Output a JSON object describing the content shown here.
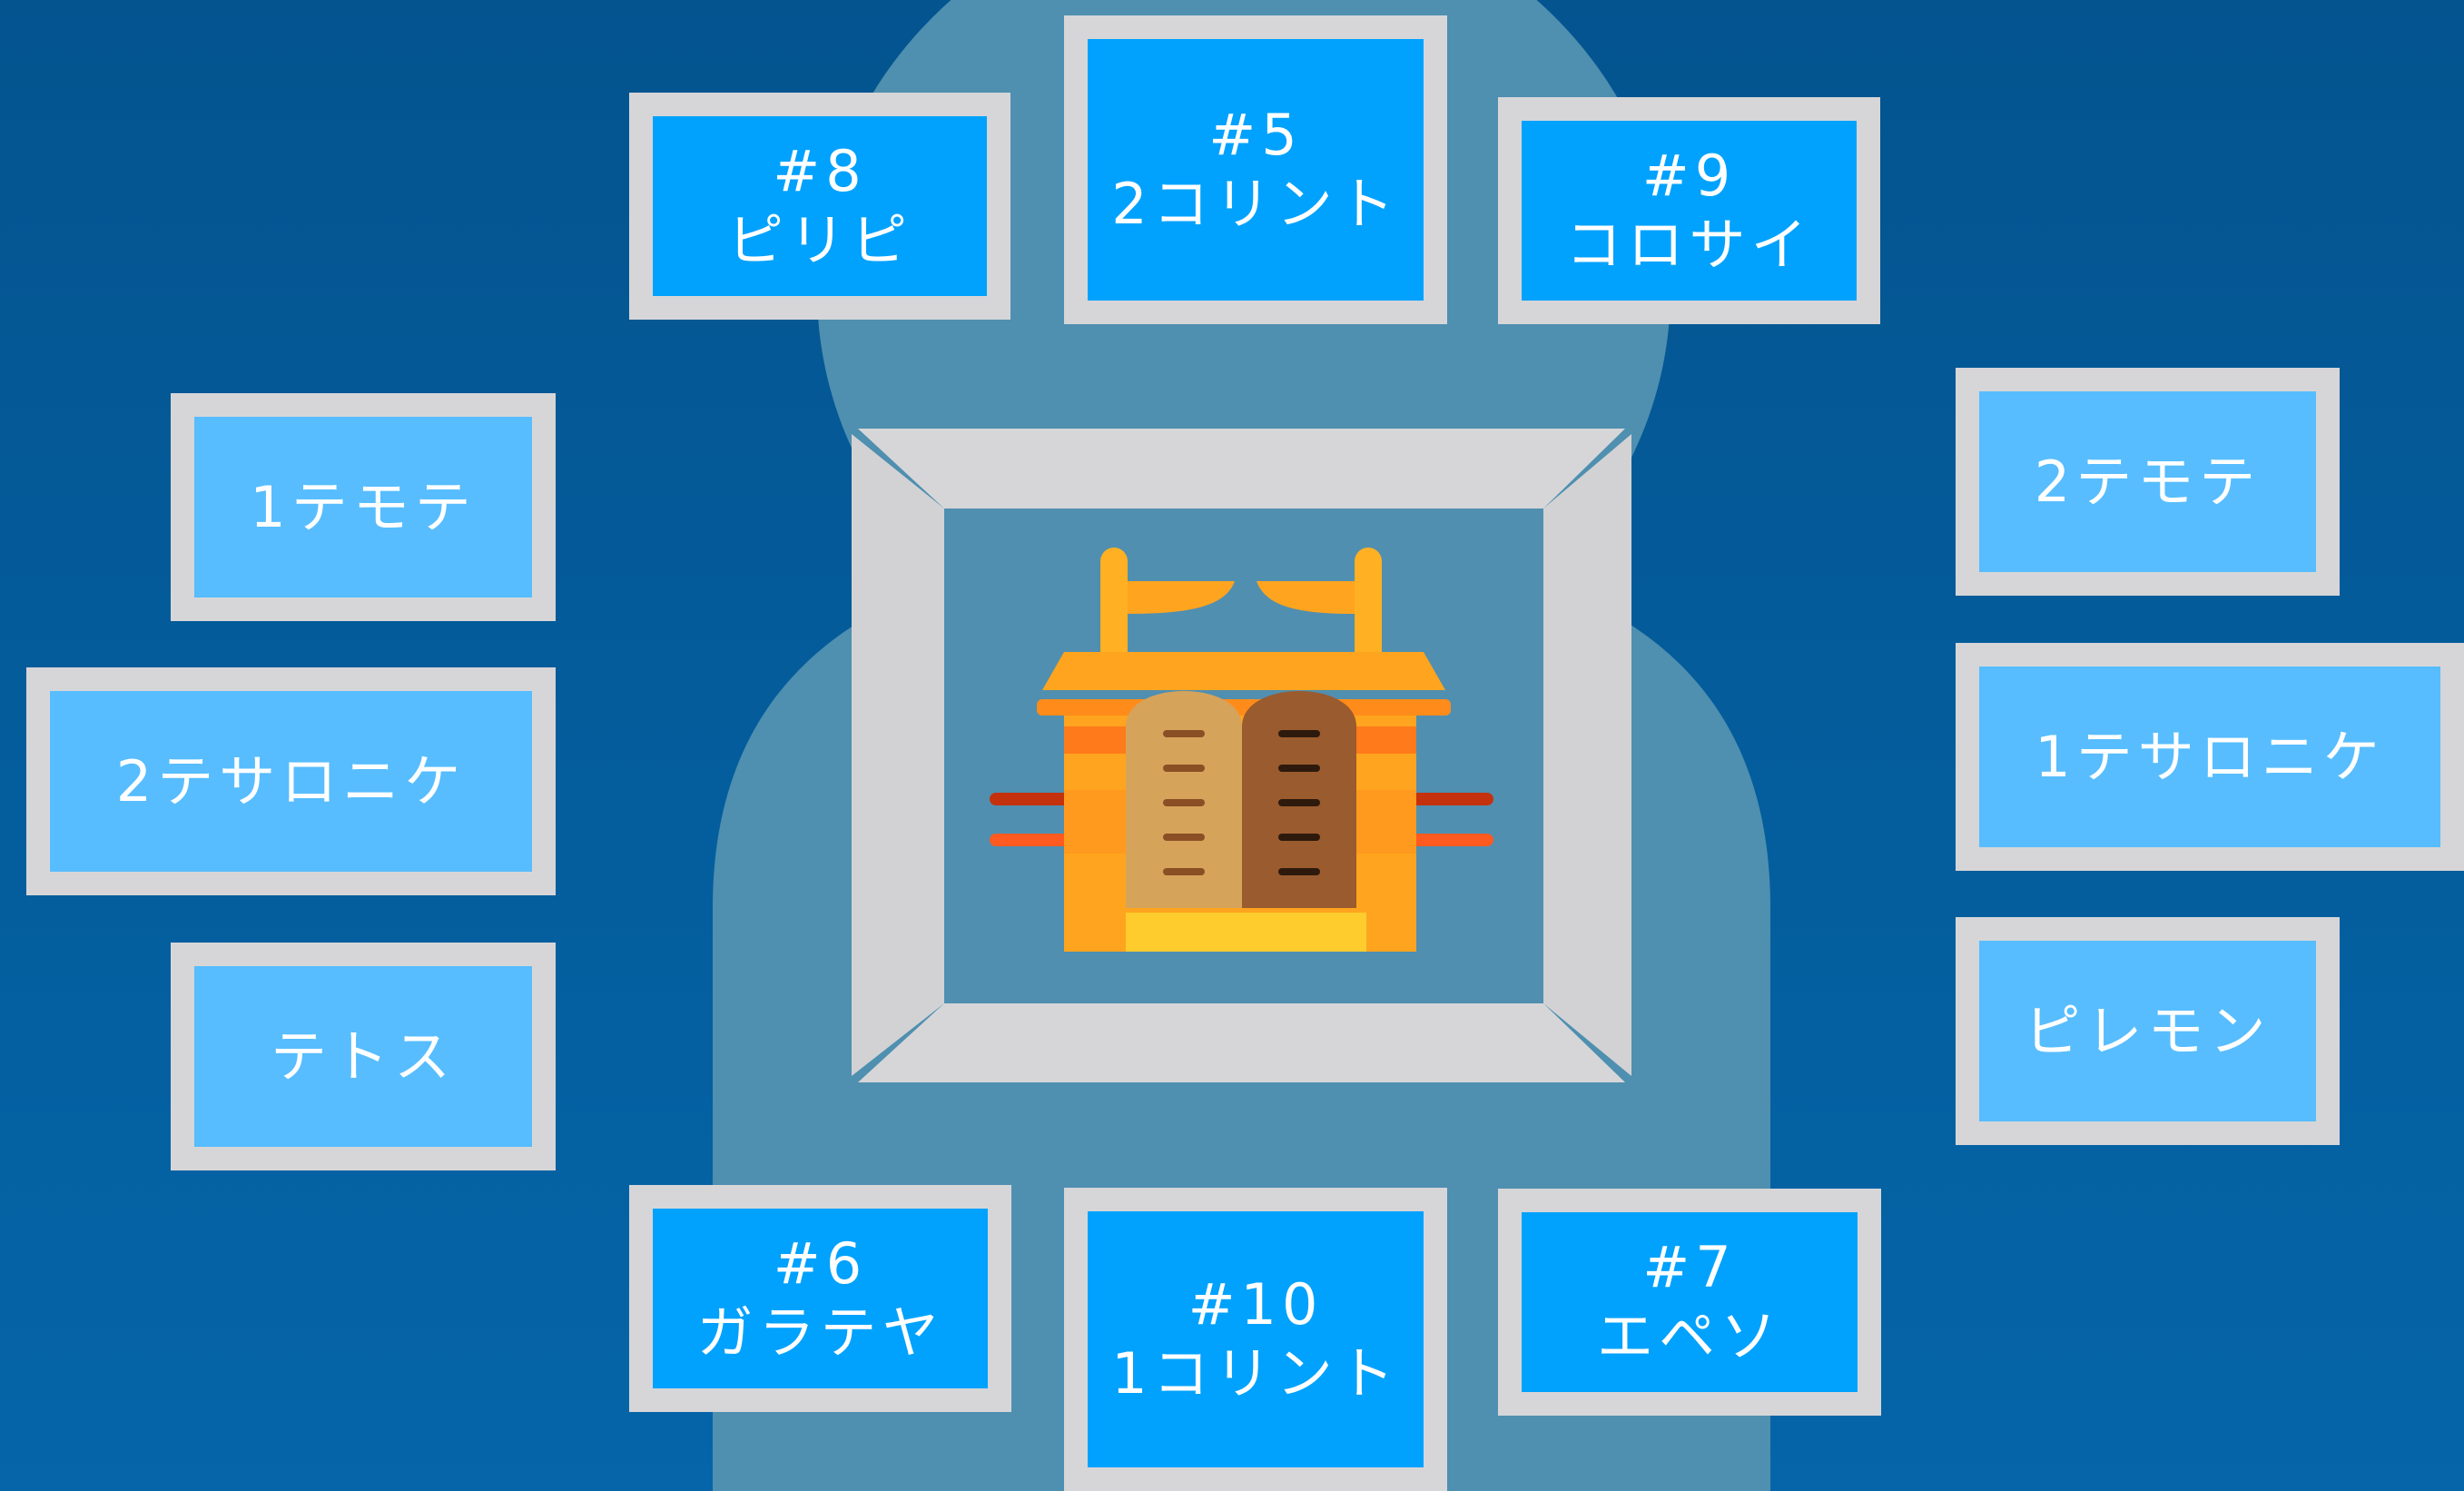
{
  "colors": {
    "background_top": "#03548f",
    "background_bottom": "#0565a8",
    "silhouette": "#4f8fb0",
    "frame": "#d6d6d8",
    "tile_border": "#d6d6d8",
    "tile_numbered": "#00a2fd",
    "tile_plain": "#57bdfe",
    "ark_gold": "#ffa41e",
    "ark_poles": "#ff5a1f",
    "tablet_light": "#d6a35b",
    "tablet_dark": "#9a5b2e"
  },
  "icons": {
    "center": "ark-of-the-covenant-icon"
  },
  "tiles": {
    "top_left": {
      "number": "#8",
      "name": "ピリピ"
    },
    "top_center": {
      "number": "#5",
      "name": "2コリント"
    },
    "top_right": {
      "number": "#9",
      "name": "コロサイ"
    },
    "bottom_left": {
      "number": "#6",
      "name": "ガラテヤ"
    },
    "bottom_center": {
      "number": "#10",
      "name": "1コリント"
    },
    "bottom_right": {
      "number": "#7",
      "name": "エペソ"
    },
    "left_1": {
      "name": "1テモテ"
    },
    "left_2": {
      "name": "2テサロニケ"
    },
    "left_3": {
      "name": "テトス"
    },
    "right_1": {
      "name": "2テモテ"
    },
    "right_2": {
      "name": "1テサロニケ"
    },
    "right_3": {
      "name": "ピレモン"
    }
  }
}
